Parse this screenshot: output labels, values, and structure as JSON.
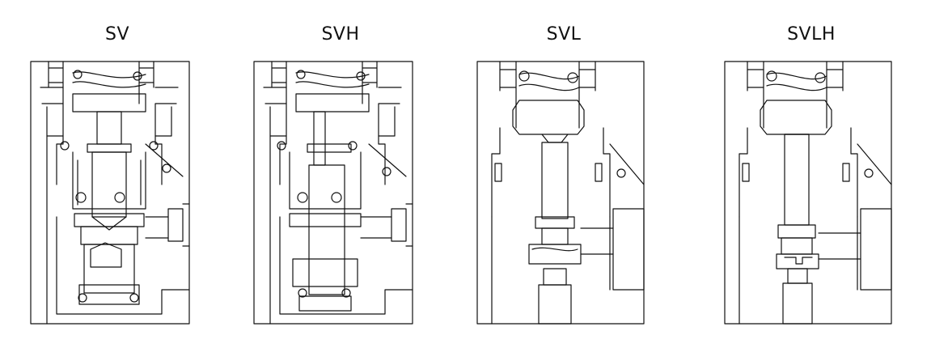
{
  "diagrams": [
    {
      "title": "SV"
    },
    {
      "title": "SVH"
    },
    {
      "title": "SVL"
    },
    {
      "title": "SVLH"
    }
  ],
  "colors": {
    "line": "#111111",
    "background": "#ffffff"
  }
}
